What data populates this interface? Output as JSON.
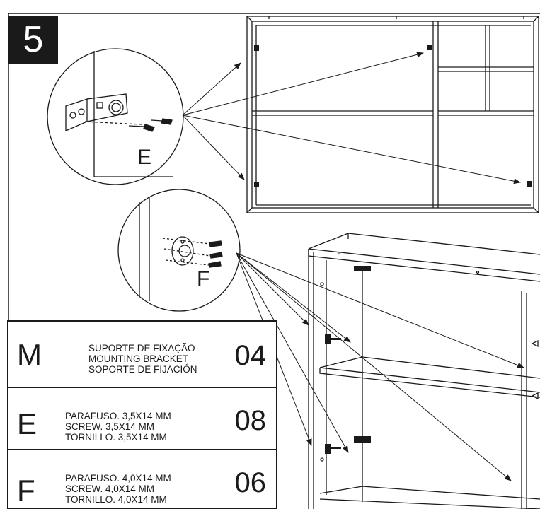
{
  "step": {
    "number": "5"
  },
  "callouts": {
    "bracket_detail": "E",
    "peg_detail": "F"
  },
  "parts": [
    {
      "letter": "M",
      "icon": "mounting-bracket-icon",
      "lines": [
        "SUPORTE DE FIXAÇÃO",
        "MOUNTING BRACKET",
        "SOPORTE DE FIJACIÓN"
      ],
      "quantity": "04"
    },
    {
      "letter": "E",
      "icon": "screw-small-icon",
      "lines": [
        "PARAFUSO. 3,5X14 MM",
        "SCREW. 3,5X14 MM",
        "TORNILLO. 3,5X14 MM"
      ],
      "quantity": "08"
    },
    {
      "letter": "F",
      "icon": "screw-large-icon",
      "lines": [
        "PARAFUSO. 4,0X14 MM",
        "SCREW. 4,0X14 MM",
        "TORNILLO. 4,0X14 MM"
      ],
      "quantity": "06"
    }
  ],
  "colors": {
    "line": "#1a1a1a",
    "badge_bg": "#1a1a1a",
    "badge_text": "#ffffff"
  }
}
